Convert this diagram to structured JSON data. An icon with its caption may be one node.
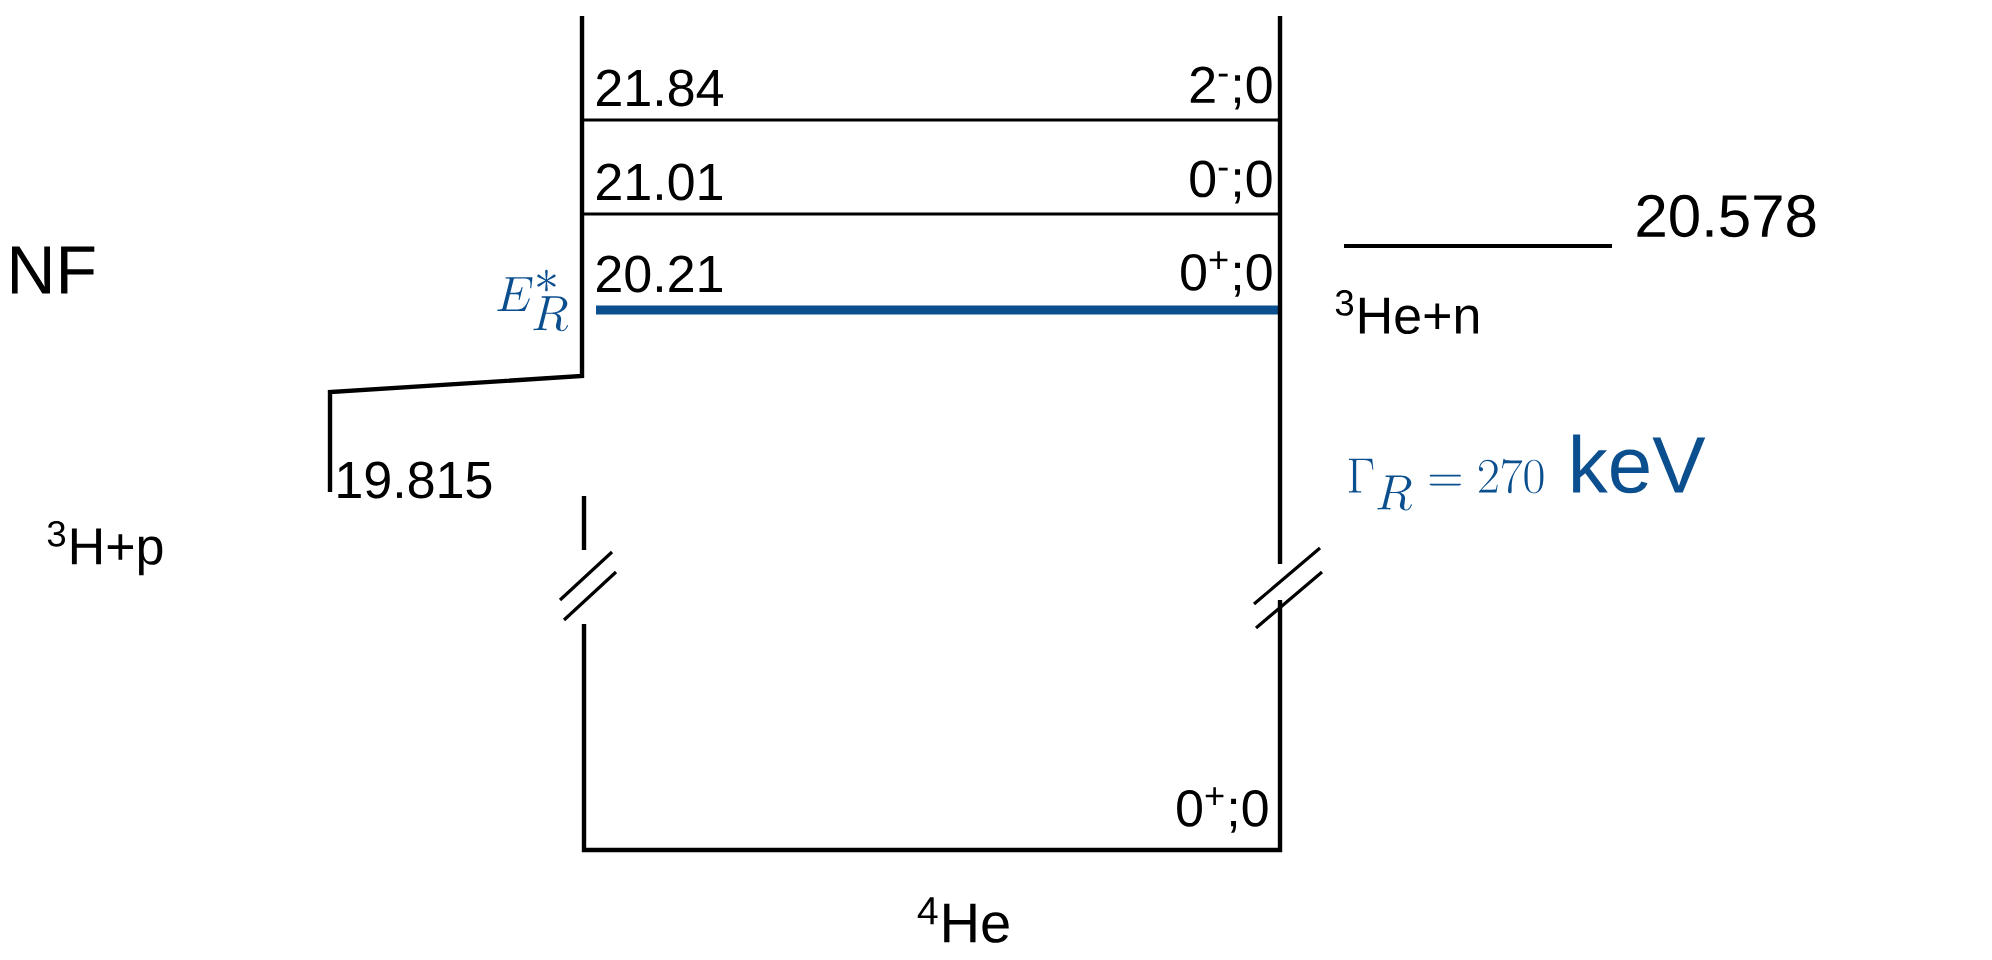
{
  "diagram": {
    "labels": [
      "NF",
      "21.84",
      "2$^{-}$;0",
      "21.01",
      "0$^{-}$;0",
      "E_R^{*}",
      "20.21",
      "0$^{+}$;0",
      "20.578",
      "$^{3}$He+n",
      "19.815",
      "\\Gamma_R = 270\\ \\mathrm{keV}",
      "$^{3}$H+p",
      "0$^{+}$;0",
      "$^{4}$He"
    ]
  }
}
